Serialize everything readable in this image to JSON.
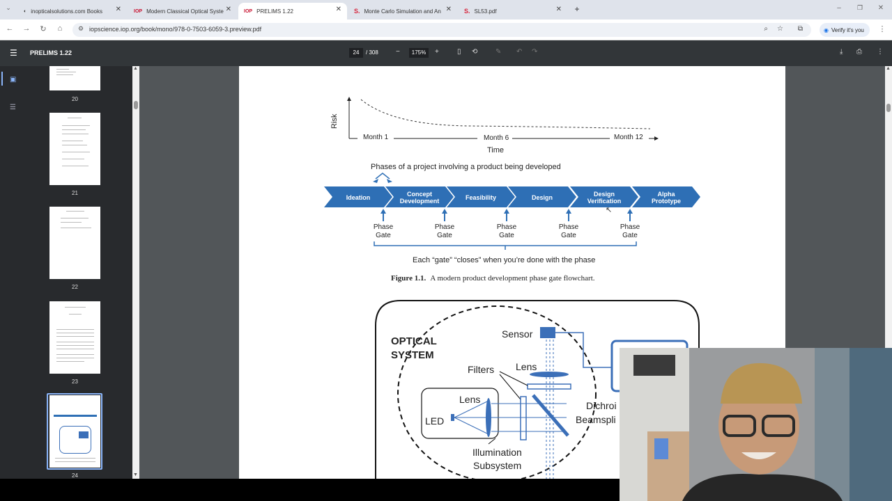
{
  "tabs": [
    {
      "title": "inopticalsolutions.com Books",
      "favicon": "globe-icon",
      "active": false
    },
    {
      "title": "Modern Classical Optical Syste",
      "favicon": "IOP",
      "active": false
    },
    {
      "title": "PRELIMS 1.22",
      "favicon": "IOP",
      "active": true
    },
    {
      "title": "Monte Carlo Simulation and An",
      "favicon": "S.",
      "active": false
    },
    {
      "title": "SL53.pdf",
      "favicon": "S.",
      "active": false
    }
  ],
  "address": {
    "url": "iopscience.iop.org/book/mono/978-0-7503-6059-3.preview.pdf",
    "verify_label": "Verify it's you"
  },
  "pdf": {
    "title": "PRELIMS 1.22",
    "page_current": "24",
    "page_total": "/ 308",
    "zoom": "175%"
  },
  "thumbnails": [
    {
      "number": "20"
    },
    {
      "number": "21"
    },
    {
      "number": "22"
    },
    {
      "number": "23"
    },
    {
      "number": "24"
    }
  ],
  "figure": {
    "risk_label": "Risk",
    "time_label": "Time",
    "month_1": "Month 1",
    "month_6": "Month 6",
    "month_12": "Month 12",
    "phases_heading": "Phases of a project involving a product being developed",
    "phases": [
      "Ideation",
      "Concept Development",
      "Feasibility",
      "Design",
      "Design Verification",
      "Alpha Prototype"
    ],
    "gate_label_1": "Phase",
    "gate_label_2": "Gate",
    "gate_caption": "Each “gate” “closes” when you’re done with the phase",
    "caption_prefix": "Figure 1.1.",
    "caption_text": "A modern product development phase gate flowchart."
  },
  "diagram": {
    "optical_system": "OPTICAL SYSTEM",
    "sensor": "Sensor",
    "lens_top": "Lens",
    "filters": "Filters",
    "lens_led": "Lens",
    "led": "LED",
    "dichroic": "Dichroi",
    "beamsplitter": "Beamspli",
    "illumination_1": "Illumination",
    "illumination_2": "Subsystem"
  },
  "colors": {
    "phase_blue": "#2e6fb5",
    "diagram_blue": "#3b6fb8",
    "accent": "#8ab4f8"
  }
}
